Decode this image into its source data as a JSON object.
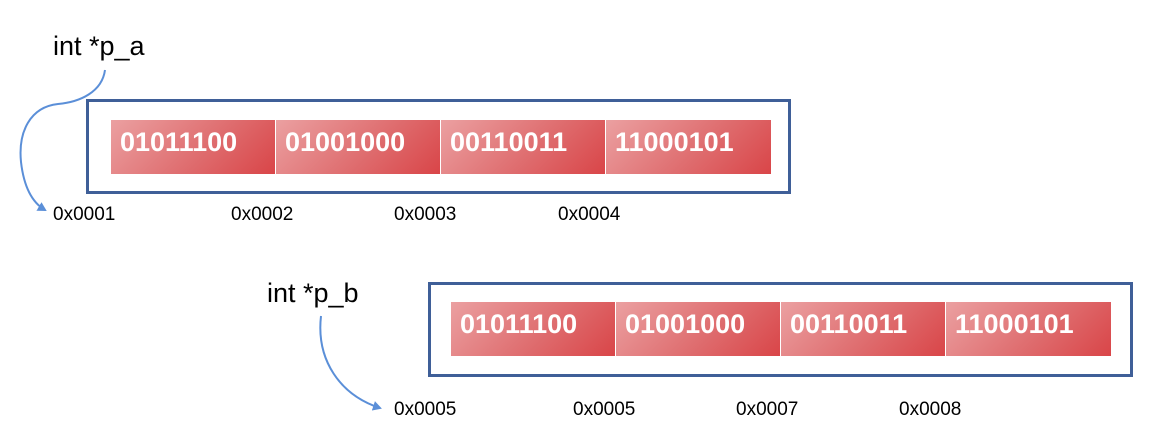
{
  "colors": {
    "frame": "#3f5f98",
    "arrow": "#5b8fd8",
    "cell_light": "#eba0a1",
    "cell_dark": "#d94548",
    "cell_text": "#ffffff"
  },
  "pointer_a": {
    "label": "int *p_a",
    "bytes": [
      "01011100",
      "01001000",
      "00110011",
      "11000101"
    ],
    "addresses": [
      "0x0001",
      "0x0002",
      "0x0003",
      "0x0004"
    ]
  },
  "pointer_b": {
    "label": "int *p_b",
    "bytes": [
      "01011100",
      "01001000",
      "00110011",
      "11000101"
    ],
    "addresses": [
      "0x0005",
      "0x0005",
      "0x0007",
      "0x0008"
    ]
  }
}
